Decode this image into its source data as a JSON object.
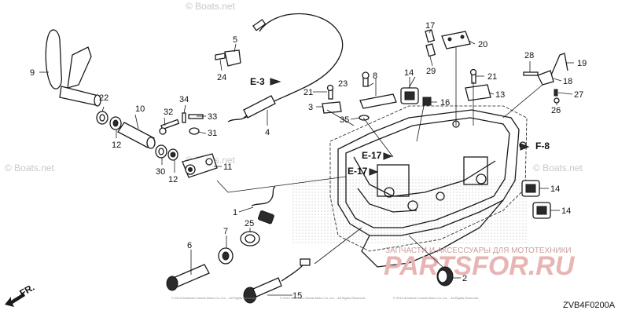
{
  "watermarks": [
    "© Boats.net",
    "© Boats.net",
    "© Boats.net",
    "© Boats.net"
  ],
  "brand": {
    "tagline": "ЗАПЧАСТИ И АКСЕССУАРЫ ДЛЯ МОТОТЕХНИКИ",
    "site": "PARTSFOR.RU"
  },
  "diagram_code": "ZVB4F0200A",
  "direction": "FR.",
  "references": {
    "e3": "E-3",
    "f8": "F-8",
    "e17a": "E-17",
    "e17b": "E-17"
  },
  "callouts": [
    "1",
    "2",
    "3",
    "4",
    "5",
    "6",
    "7",
    "8",
    "9",
    "10",
    "11",
    "12",
    "12",
    "13",
    "14",
    "14",
    "14",
    "15",
    "16",
    "17",
    "18",
    "19",
    "20",
    "21",
    "21",
    "22",
    "23",
    "24",
    "25",
    "26",
    "27",
    "28",
    "29",
    "30",
    "31",
    "32",
    "33",
    "34",
    "35"
  ],
  "copyright_lines": [
    "© 2010 American Honda Motor Co.,Inc. - All Rights Reserved",
    "© 2010 American Honda Motor Co.,Inc. - All Rights Reserved",
    "© 2010 American Honda Motor Co.,Inc. - All Rights Reserved"
  ]
}
